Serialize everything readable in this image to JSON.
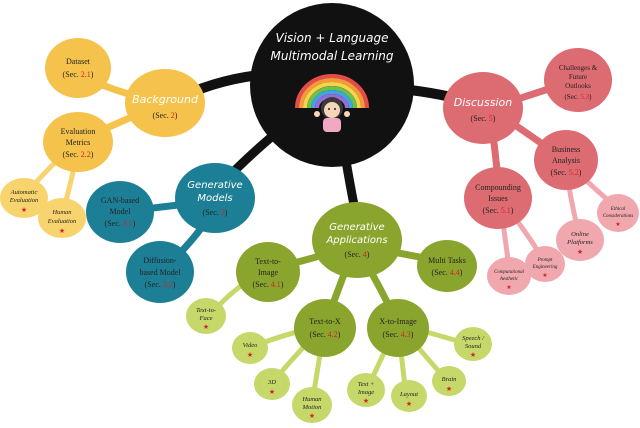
{
  "colors": {
    "center": "#111111",
    "background": "#f5c24c",
    "background_light": "#f8d46e",
    "generative_models": "#1d7f96",
    "generative_applications": "#8aa52e",
    "generative_applications_light": "#c7d86a",
    "discussion": "#dd6b72",
    "discussion_light": "#f0a7ad",
    "reference": "#d22424"
  },
  "center": {
    "title_line1": "Vision + Language",
    "title_line2": "Multimodal Learning"
  },
  "background": {
    "title": "Background",
    "ref_prefix": "(Sec. ",
    "ref": "2",
    "ref_suffix": ")",
    "dataset": {
      "title": "Dataset",
      "ref_prefix": "(Sec. ",
      "ref": "2.1",
      "ref_suffix": ")"
    },
    "evaluation": {
      "title_line1": "Evaluation",
      "title_line2": "Metrics",
      "ref_prefix": "(Sec. ",
      "ref": "2.2",
      "ref_suffix": ")"
    },
    "automatic": {
      "line1": "Automatic",
      "line2": "Evaluation"
    },
    "human": {
      "line1": "Human",
      "line2": "Evaluation"
    }
  },
  "generative_models": {
    "title_line1": "Generative",
    "title_line2": "Models",
    "ref_prefix": "(Sec. ",
    "ref": "3",
    "ref_suffix": ")",
    "gan": {
      "line1": "GAN-based",
      "line2": "Model",
      "ref_prefix": "(Sec. ",
      "ref": "3.1",
      "ref_suffix": ")"
    },
    "diffusion": {
      "line1": "Diffusion-",
      "line2": "based Model",
      "ref_prefix": "(Sec. ",
      "ref": "3.2",
      "ref_suffix": ")"
    }
  },
  "generative_applications": {
    "title_line1": "Generative",
    "title_line2": "Applications",
    "ref_prefix": "(Sec. ",
    "ref": "4",
    "ref_suffix": ")",
    "text_to_image": {
      "line1": "Text-to-",
      "line2": "Image",
      "ref_prefix": "(Sec. ",
      "ref": "4.1",
      "ref_suffix": ")"
    },
    "multi_tasks": {
      "line1": "Multi Tasks",
      "ref_prefix": "(Sec. ",
      "ref": "4.4",
      "ref_suffix": ")"
    },
    "text_to_x": {
      "line1": "Text-to-X",
      "ref_prefix": "(Sec. ",
      "ref": "4.2",
      "ref_suffix": ")"
    },
    "x_to_image": {
      "line1": "X-to-Image",
      "ref_prefix": "(Sec. ",
      "ref": "4.3",
      "ref_suffix": ")"
    },
    "text_to_face": {
      "line1": "Text-to-",
      "line2": "Face"
    },
    "video": {
      "line1": "Video"
    },
    "three_d": {
      "line1": "3D"
    },
    "human_motion": {
      "line1": "Human",
      "line2": "Motion"
    },
    "text_image": {
      "line1": "Text +",
      "line2": "Image"
    },
    "layout": {
      "line1": "Layout"
    },
    "brain": {
      "line1": "Brain"
    },
    "speech": {
      "line1": "Speech /",
      "line2": "Sound"
    }
  },
  "discussion": {
    "title": "Discussion",
    "ref_prefix": "(Sec. ",
    "ref": "5",
    "ref_suffix": ")",
    "challenges": {
      "line1": "Challenges &",
      "line2": "Future",
      "line3": "Outlooks",
      "ref_prefix": "(Sec. ",
      "ref": "5.3",
      "ref_suffix": ")"
    },
    "business": {
      "line1": "Business",
      "line2": "Analysis",
      "ref_prefix": "(Sec. ",
      "ref": "5.2",
      "ref_suffix": ")"
    },
    "compounding": {
      "line1": "Compounding",
      "line2": "Issues",
      "ref_prefix": "(Sec. ",
      "ref": "5.1",
      "ref_suffix": ")"
    },
    "ethical": {
      "line1": "Ethical",
      "line2": "Considerations"
    },
    "online": {
      "line1": "Online",
      "line2": "Platforms"
    },
    "prompt": {
      "line1": "Prompt",
      "line2": "Engineering"
    },
    "computational": {
      "line1": "Computational",
      "line2": "Aesthetic"
    }
  },
  "star_glyph": "★"
}
